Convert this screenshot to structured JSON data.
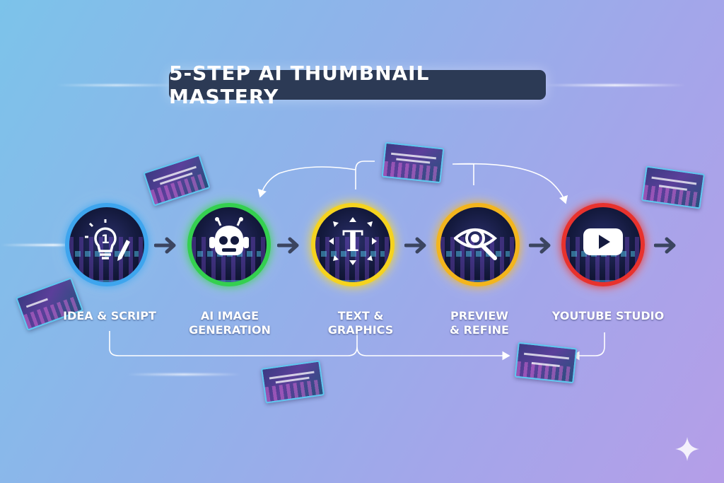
{
  "title": "5-STEP AI THUMBNAIL MASTERY",
  "steps": [
    {
      "line1": "IDEA & SCRIPT",
      "line2": "",
      "ring_color": "#3ea5ee",
      "icon": "lightbulb-pencil-icon",
      "badge": "1"
    },
    {
      "line1": "AI IMAGE",
      "line2": "GENERATION",
      "ring_color": "#34d04f",
      "icon": "robot-head-icon"
    },
    {
      "line1": "TEXT & GRAPHICS",
      "line2": "",
      "ring_color": "#f5d31f",
      "icon": "text-transform-icon",
      "glyph": "T"
    },
    {
      "line1": "PREVIEW",
      "line2": "& REFINE",
      "ring_color": "#f3b51d",
      "icon": "eye-magnifier-icon"
    },
    {
      "line1": "YOUTUBE STUDIO",
      "line2": "",
      "ring_color": "#e8322d",
      "icon": "youtube-play-icon"
    }
  ],
  "colors": {
    "title_bg": "#2c3a55",
    "arrow": "#3b4560",
    "connector": "#ffffff",
    "thumb_border": "#5ec6ef"
  }
}
